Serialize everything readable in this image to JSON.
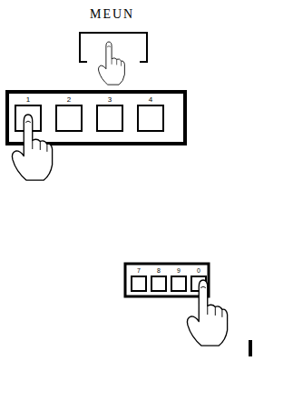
{
  "diagram": {
    "nodes": [
      {
        "text": [
          "MEUN"
        ]
      },
      {
        "text": [
          "1"
        ]
      },
      {
        "text": [
          "2"
        ]
      },
      {
        "text": [
          "3"
        ]
      },
      {
        "text": [
          "4"
        ]
      },
      {
        "text": [
          "7"
        ]
      },
      {
        "text": [
          "8"
        ]
      },
      {
        "text": [
          "9"
        ]
      },
      {
        "text": [
          "0"
        ]
      }
    ]
  }
}
